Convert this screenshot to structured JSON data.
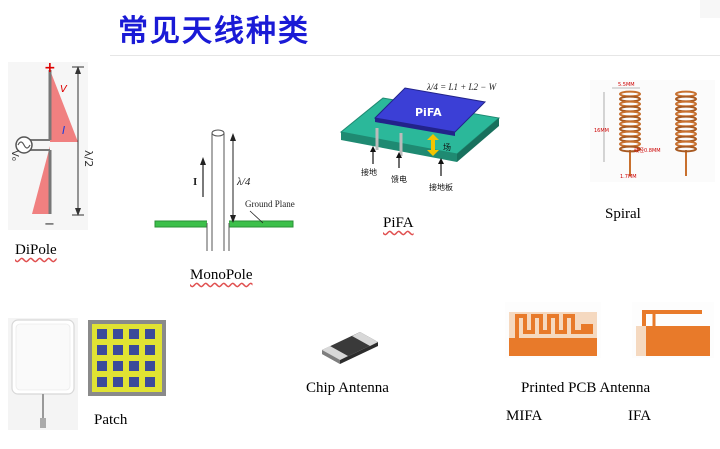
{
  "slide": {
    "title": "常见天线种类"
  },
  "antennas": {
    "dipole": {
      "label": "DiPole",
      "plus_sign": "+",
      "minus_sign": "−",
      "voltage": "V",
      "current": "I",
      "length": "λ/2",
      "source": "V₀"
    },
    "monopole": {
      "label": "MonoPole",
      "current": "I",
      "length": "λ/4",
      "ground_plane": "Ground Plane"
    },
    "pifa": {
      "label": "PiFA",
      "formula": "λ/4 = L1 + L2 − W",
      "patch_text": "PiFA",
      "ground_label": "接地",
      "feed_label": "馈电",
      "field_label": "场",
      "ground_plate_label": "接地板"
    },
    "spiral": {
      "label": "Spiral",
      "dim_top": "5.5MM",
      "dim_side": "16MM",
      "dim_wire": "线径0.8MM",
      "dim_bottom": "1.7MM"
    },
    "patch": {
      "label": "Patch"
    },
    "chip": {
      "label": "Chip Antenna"
    },
    "pcb": {
      "label": "Printed PCB Antenna",
      "mifa": "MIFA",
      "ifa": "IFA"
    }
  },
  "colors": {
    "title": "#1a1ad6",
    "pifa_ground": "#2bb89a",
    "pifa_patch": "#3b3fd6",
    "copper": "#c8702e",
    "pcb_orange": "#e87a2a",
    "dipole_red": "#f08080",
    "monopole_green": "#3cc04a"
  }
}
